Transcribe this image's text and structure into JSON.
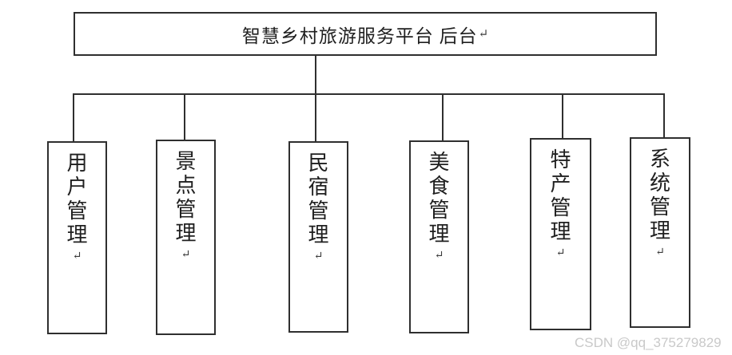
{
  "diagram": {
    "root": {
      "label": "智慧乡村旅游服务平台 后台"
    },
    "children": [
      {
        "label": "用户管理"
      },
      {
        "label": "景点管理"
      },
      {
        "label": "民宿管理"
      },
      {
        "label": "美食管理"
      },
      {
        "label": "特产管理"
      },
      {
        "label": "系统管理"
      }
    ],
    "return_mark": "↵"
  },
  "watermark": {
    "text": "CSDN @qq_375279829"
  },
  "colors": {
    "line": "#2f2f2f",
    "text": "#1f1f1f",
    "watermark": "#c9c9c9",
    "background": "#ffffff"
  }
}
